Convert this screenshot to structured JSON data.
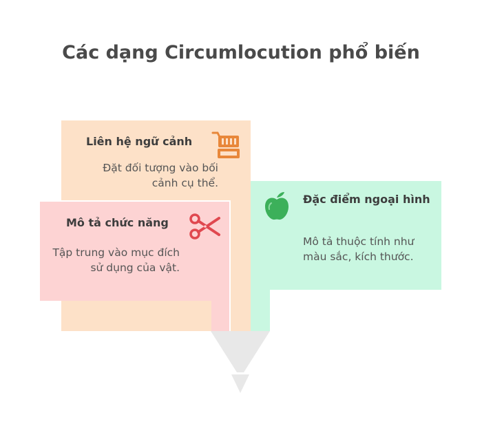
{
  "title": "Các dạng Circumlocution phổ biến",
  "cards": [
    {
      "title": "Liên hệ ngữ cảnh",
      "description": "Đặt đối tượng vào bối cảnh cụ thể.",
      "icon": "shopping-cart-icon",
      "color": "#fde1c8",
      "icon_color": "#e8873a"
    },
    {
      "title": "Mô tả chức năng",
      "description": "Tập trung vào mục đích sử dụng của vật.",
      "icon": "scissors-icon",
      "color": "#fdd3d3",
      "icon_color": "#e0484f"
    },
    {
      "title": "Đặc điểm ngoại hình",
      "description": "Mô tả thuộc tính như màu sắc, kích thước.",
      "icon": "apple-icon",
      "color": "#c9f7e1",
      "icon_color": "#3cb05a"
    }
  ],
  "funnel_color": "#e8e8e8"
}
